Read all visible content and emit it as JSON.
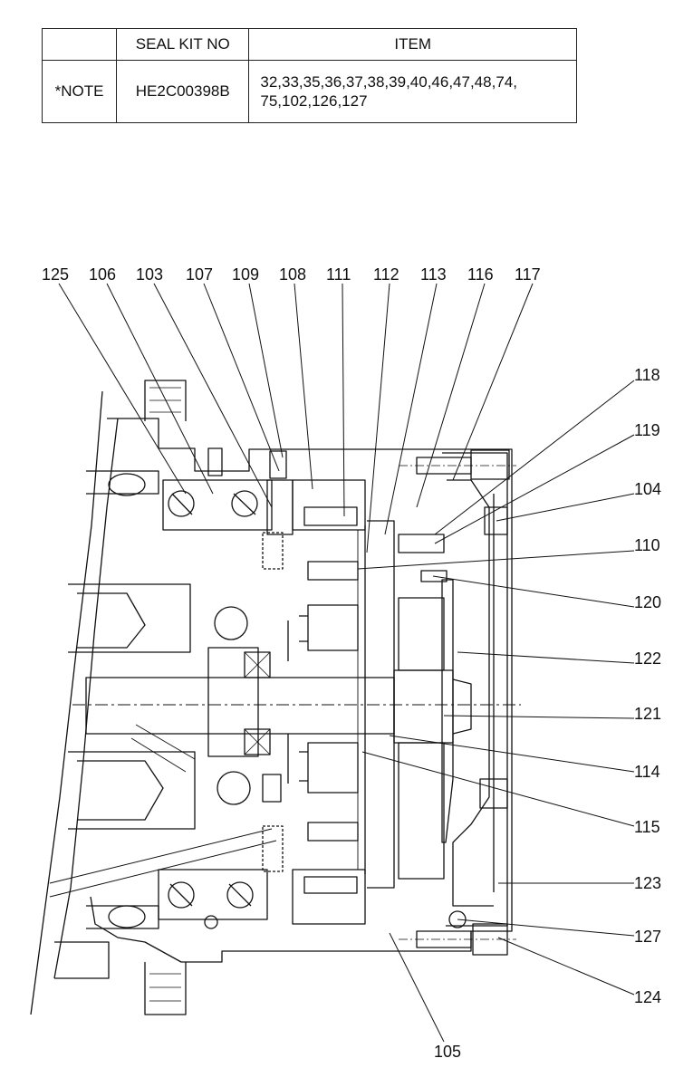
{
  "seal_table": {
    "headers": [
      "",
      "SEAL KIT NO",
      "ITEM"
    ],
    "row": {
      "note": "*NOTE",
      "kit_no": "HE2C00398B",
      "items_line1": "32,33,35,36,37,38,39,40,46,47,48,74,",
      "items_line2": "75,102,126,127"
    }
  },
  "part_labels": {
    "top": [
      "125",
      "106",
      "103",
      "107",
      "109",
      "108",
      "111",
      "112",
      "113",
      "116",
      "117"
    ],
    "right": [
      "118",
      "119",
      "104",
      "110",
      "120",
      "122",
      "121",
      "114",
      "115",
      "123",
      "127",
      "124"
    ],
    "bottom": [
      "105"
    ]
  }
}
